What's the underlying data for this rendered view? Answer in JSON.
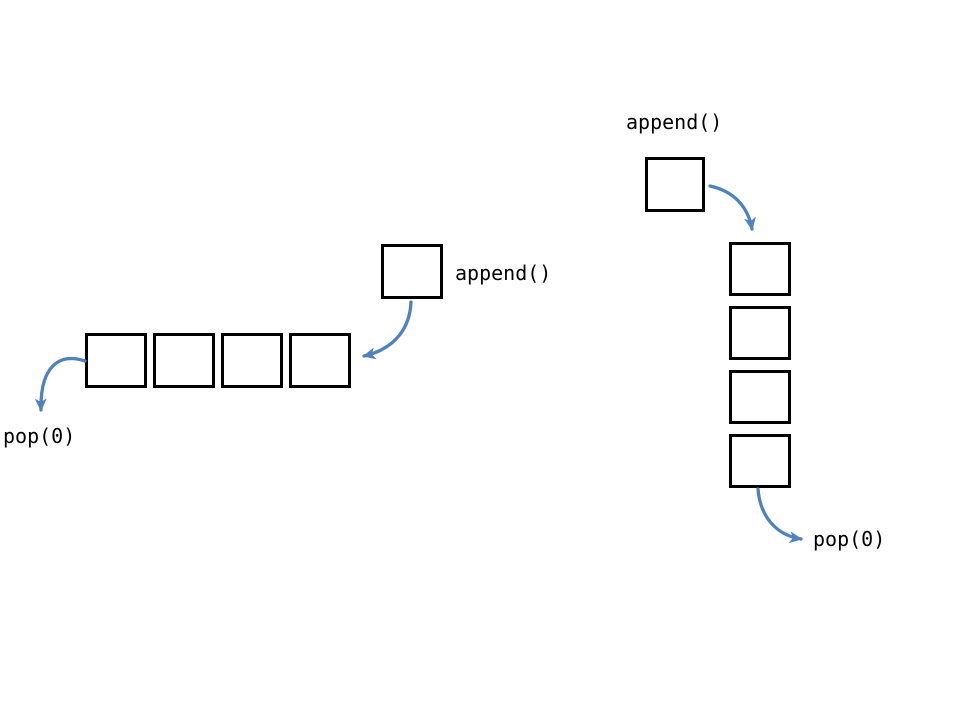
{
  "figure": {
    "background": "#ffffff",
    "arrow_color": "#4f81bd",
    "box_border_color": "#000000",
    "left_queue": {
      "orientation": "horizontal",
      "cell_count": 4,
      "append_label": "append()",
      "pop_label": "pop(0)"
    },
    "right_queue": {
      "orientation": "vertical",
      "cell_count": 4,
      "append_label": "append()",
      "pop_label": "pop(0)"
    }
  }
}
